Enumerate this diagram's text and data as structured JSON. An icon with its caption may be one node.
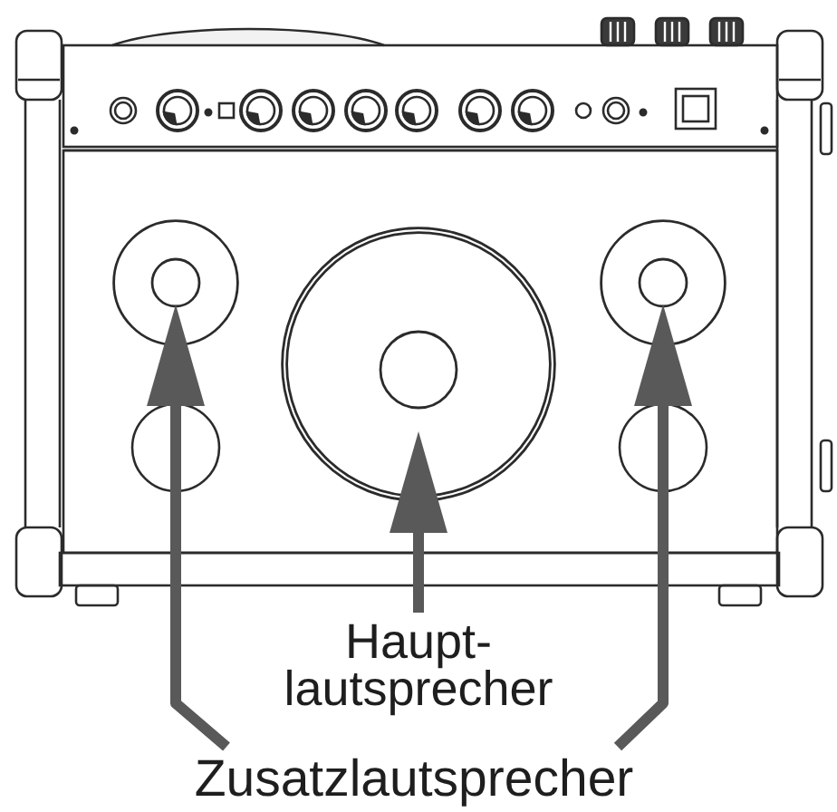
{
  "diagram": {
    "nodes": [
      {
        "text": [],
        "shape": "circle"
      },
      {
        "text": [],
        "shape": "circle"
      },
      {
        "text": [],
        "shape": "circle"
      },
      {
        "text": [
          "Haupt- lautsprecher"
        ]
      },
      {
        "text": [
          "Zusatzlautsprecher"
        ]
      }
    ],
    "edges": [
      {
        "from": 3,
        "to": 1,
        "arrow": "to"
      },
      {
        "from": 4,
        "to": 0,
        "arrow": "to"
      },
      {
        "from": 4,
        "to": 2,
        "arrow": "to"
      }
    ]
  }
}
